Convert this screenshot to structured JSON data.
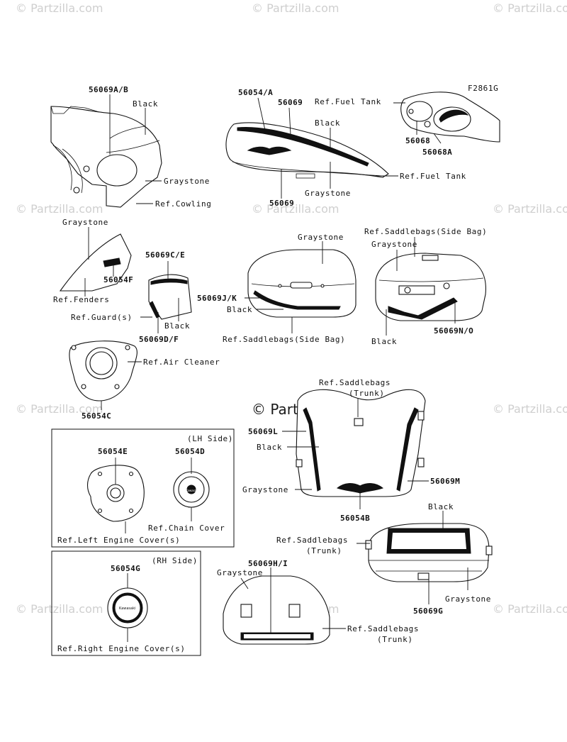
{
  "watermark": "© Partzilla.com",
  "figure_code": "F2861G",
  "labels": {
    "c_56069AB": "56069A/B",
    "black_1": "Black",
    "graystone_1": "Graystone",
    "ref_cowling": "Ref.Cowling",
    "c_56054A": "56054/A",
    "c_56069_1": "56069",
    "black_2": "Black",
    "graystone_2": "Graystone",
    "c_56069_2": "56069",
    "ref_fuel_tank_1": "Ref.Fuel Tank",
    "ref_fuel_tank_2": "Ref.Fuel Tank",
    "c_56068": "56068",
    "c_56068A": "56068A",
    "graystone_3": "Graystone",
    "c_56054F": "56054F",
    "ref_fenders": "Ref.Fenders",
    "c_56069CE": "56069C/E",
    "ref_guard": "Ref.Guard(s)",
    "black_3": "Black",
    "c_56069DF": "56069D/F",
    "graystone_4": "Graystone",
    "c_56069JK": "56069J/K",
    "black_4": "Black",
    "ref_saddlebags_side_1": "Ref.Saddlebags(Side Bag)",
    "ref_saddlebags_side_2": "Ref.Saddlebags(Side Bag)",
    "graystone_5": "Graystone",
    "black_5": "Black",
    "c_56069NO": "56069N/O",
    "ref_air_cleaner": "Ref.Air Cleaner",
    "c_56054C": "56054C",
    "ref_saddlebags_trunk_1a": "Ref.Saddlebags",
    "ref_saddlebags_trunk_1b": "(Trunk)",
    "c_56069L": "56069L",
    "black_6": "Black",
    "graystone_6": "Graystone",
    "c_56069M": "56069M",
    "c_56054B": "56054B",
    "lh_side": "(LH Side)",
    "c_56054E": "56054E",
    "c_56054D": "56054D",
    "ref_chain_cover": "Ref.Chain Cover",
    "ref_left_engine_cover": "Ref.Left Engine Cover(s)",
    "black_7": "Black",
    "ref_saddlebags_trunk_2a": "Ref.Saddlebags",
    "ref_saddlebags_trunk_2b": "(Trunk)",
    "graystone_7": "Graystone",
    "c_56069G": "56069G",
    "rh_side": "(RH Side)",
    "c_56054G": "56054G",
    "ref_right_engine_cover": "Ref.Right Engine Cover(s)",
    "c_56069HI": "56069H/I",
    "graystone_8": "Graystone",
    "ref_saddlebags_trunk_3a": "Ref.Saddlebags",
    "ref_saddlebags_trunk_3b": "(Trunk)",
    "badge_text": "Kawasaki"
  }
}
